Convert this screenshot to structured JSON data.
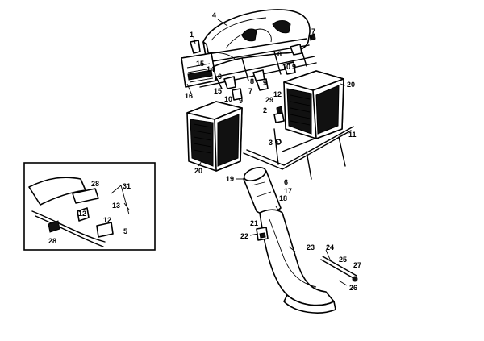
{
  "diagram": {
    "callouts": {
      "c1": "1",
      "c4": "4",
      "c7": "7",
      "c8a": "8",
      "c10a": "10",
      "c9a": "9",
      "c15a": "15",
      "c14": "14",
      "c15b": "15",
      "c16": "16",
      "c6a": "6",
      "c10b": "10",
      "c9b": "9",
      "c8b": "8",
      "c7b": "7",
      "c9c": "9",
      "c29": "29",
      "c12a": "12",
      "c2": "2",
      "c3": "3",
      "c20a": "20",
      "c20b": "20",
      "c11": "11",
      "c19": "19",
      "c6b": "6",
      "c17": "17",
      "c18": "18",
      "c21": "21",
      "c22": "22",
      "c23": "23",
      "c24": "24",
      "c25": "25",
      "c27": "27",
      "c26": "26",
      "d28a": "28",
      "d31": "31",
      "d13": "13",
      "d12a": "12",
      "d12b": "12",
      "d5": "5",
      "d28b": "28"
    }
  }
}
